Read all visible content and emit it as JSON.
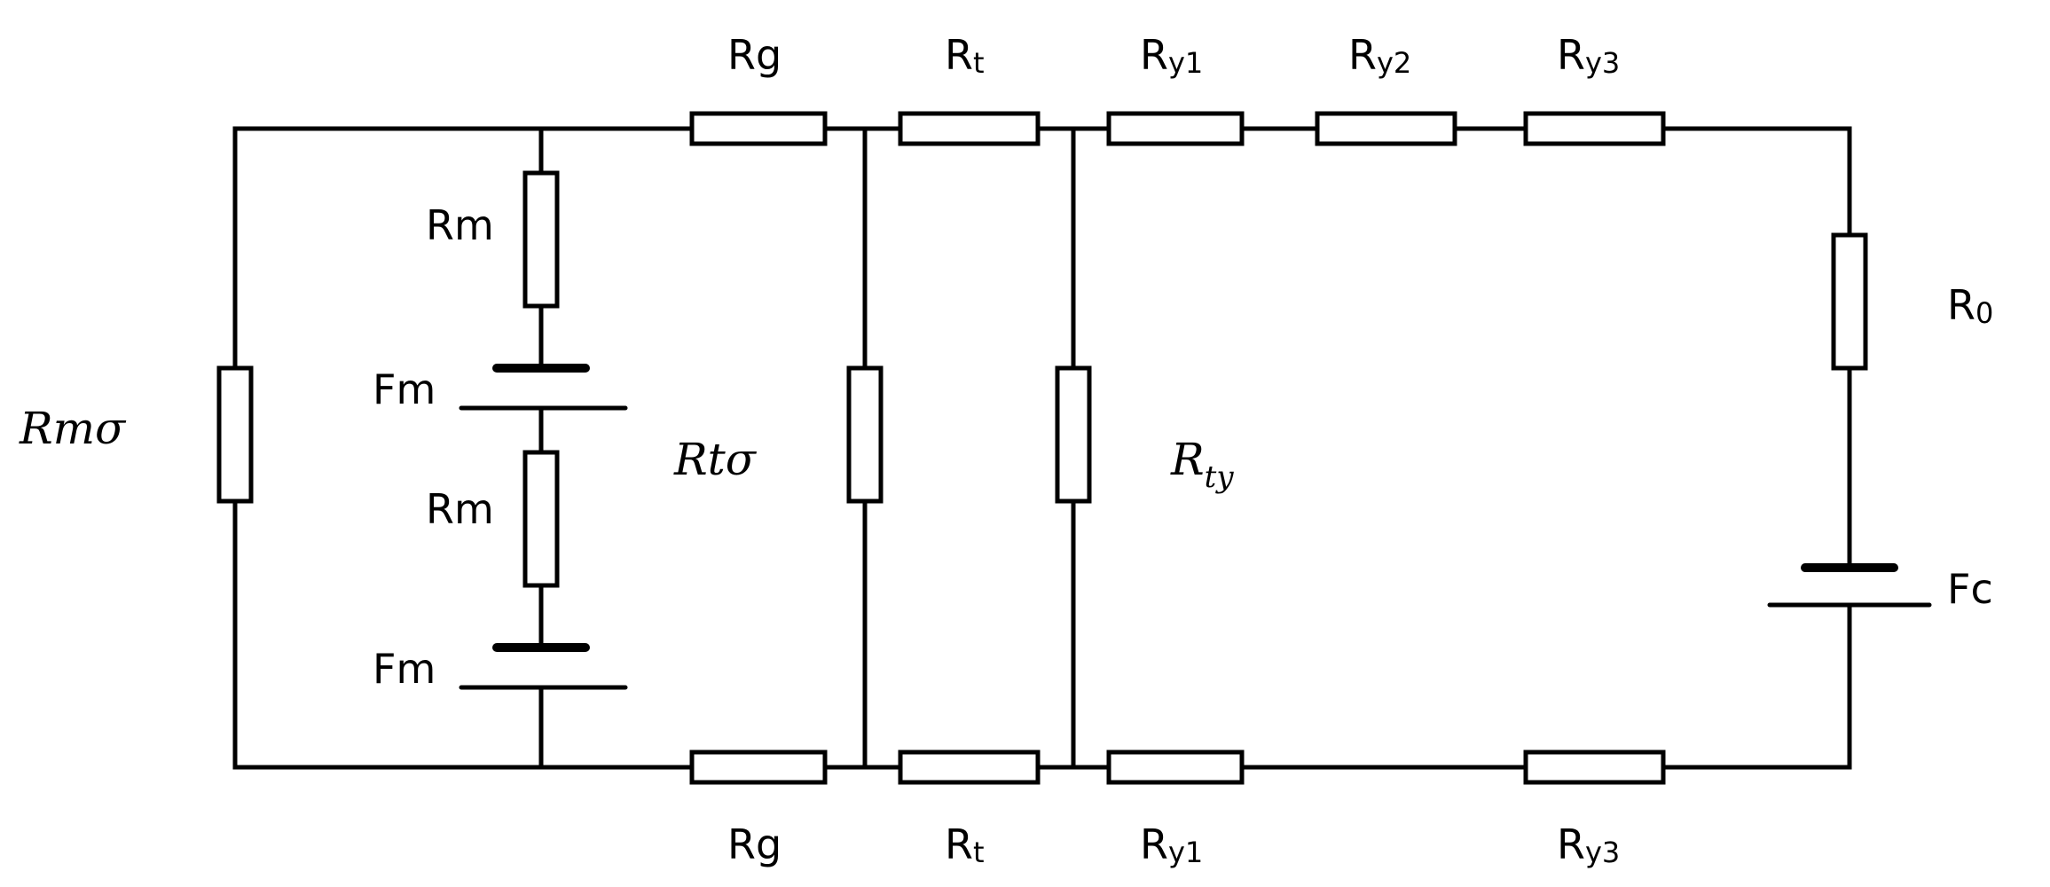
{
  "labels": {
    "rm_sigma": "Rmσ",
    "rm_top": "Rm",
    "fm_top": "Fm",
    "rm_bottom": "Rm",
    "fm_bottom": "Fm",
    "rt_sigma": "Rtσ",
    "rty_main": "R",
    "rty_sub": "ty",
    "rg_top": "Rg",
    "rg_bottom": "Rg",
    "rt_top_main": "R",
    "rt_top_sub": "t",
    "rt_bottom_main": "R",
    "rt_bottom_sub": "t",
    "ry1_top_main": "R",
    "ry1_top_sub": "y1",
    "ry2_top_main": "R",
    "ry2_top_sub": "y2",
    "ry3_top_main": "R",
    "ry3_top_sub": "y3",
    "ry1_bottom_main": "R",
    "ry1_bottom_sub": "y1",
    "ry3_bottom_main": "R",
    "ry3_bottom_sub": "y3",
    "r0_main": "R",
    "r0_sub": "0",
    "fc": "Fc"
  }
}
